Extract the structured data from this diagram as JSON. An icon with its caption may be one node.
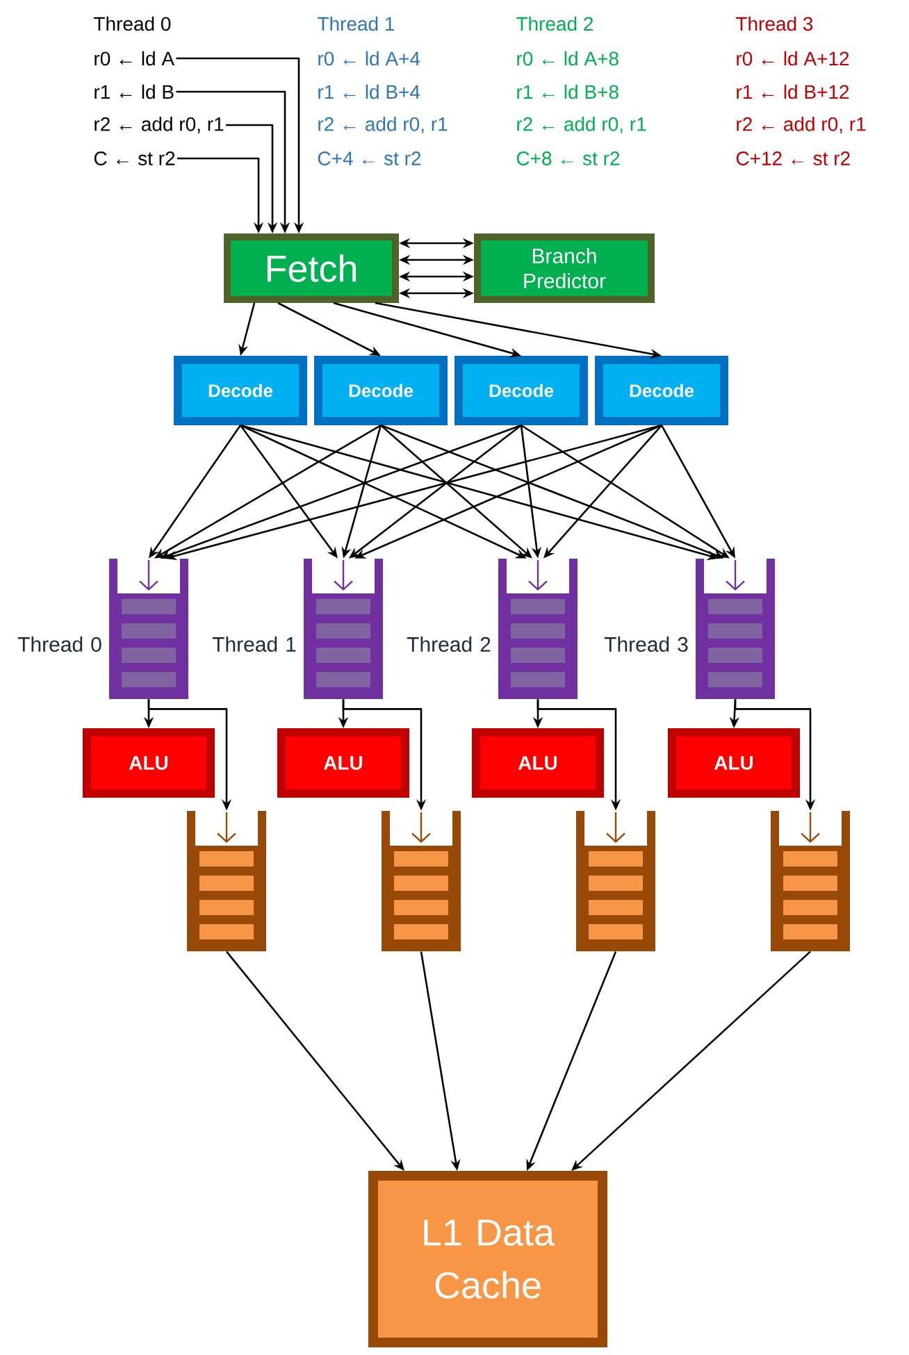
{
  "diagram": {
    "nodes": [
      {
        "text": [
          "r0 ← ld A"
        ]
      },
      {
        "text": [
          "r1 ← ld B"
        ]
      },
      {
        "text": [
          "r2 ← add r0, r1"
        ]
      },
      {
        "text": [
          "C ← st r2"
        ]
      },
      {
        "text": [
          "Fetch"
        ]
      },
      {
        "text": [
          "Branch Predictor"
        ]
      },
      {
        "text": [
          "Decode"
        ]
      },
      {
        "text": [
          "Decode"
        ]
      },
      {
        "text": [
          "Decode"
        ]
      },
      {
        "text": [
          "Decode"
        ]
      },
      {
        "text": [],
        "shape": "queue",
        "beside": [
          "Thread 0"
        ]
      },
      {
        "text": [],
        "shape": "queue",
        "beside": [
          "Thread 1"
        ]
      },
      {
        "text": [],
        "shape": "queue",
        "beside": [
          "Thread 2"
        ]
      },
      {
        "text": [],
        "shape": "queue",
        "beside": [
          "Thread 3"
        ]
      },
      {
        "text": [
          "ALU"
        ]
      },
      {
        "text": [
          "ALU"
        ]
      },
      {
        "text": [
          "ALU"
        ]
      },
      {
        "text": [
          "ALU"
        ]
      },
      {
        "text": [],
        "shape": "queue"
      },
      {
        "text": [],
        "shape": "queue"
      },
      {
        "text": [],
        "shape": "queue"
      },
      {
        "text": [],
        "shape": "queue"
      },
      {
        "text": [
          "L1 Data Cache"
        ]
      }
    ],
    "edges": [
      {
        "from": 0,
        "to": 4,
        "arrow": "to"
      },
      {
        "from": 1,
        "to": 4,
        "arrow": "to"
      },
      {
        "from": 2,
        "to": 4,
        "arrow": "to"
      },
      {
        "from": 3,
        "to": 4,
        "arrow": "to"
      },
      {
        "from": 4,
        "to": 5,
        "arrow": "both"
      },
      {
        "from": 4,
        "to": 5,
        "arrow": "both"
      },
      {
        "from": 4,
        "to": 5,
        "arrow": "both"
      },
      {
        "from": 4,
        "to": 5,
        "arrow": "both"
      },
      {
        "from": 4,
        "to": 6,
        "arrow": "to"
      },
      {
        "from": 4,
        "to": 7,
        "arrow": "to"
      },
      {
        "from": 4,
        "to": 8,
        "arrow": "to"
      },
      {
        "from": 4,
        "to": 9,
        "arrow": "to"
      },
      {
        "from": 6,
        "to": 10,
        "arrow": "to"
      },
      {
        "from": 6,
        "to": 11,
        "arrow": "to"
      },
      {
        "from": 6,
        "to": 12,
        "arrow": "to"
      },
      {
        "from": 6,
        "to": 13,
        "arrow": "to"
      },
      {
        "from": 7,
        "to": 10,
        "arrow": "to"
      },
      {
        "from": 7,
        "to": 11,
        "arrow": "to"
      },
      {
        "from": 7,
        "to": 12,
        "arrow": "to"
      },
      {
        "from": 7,
        "to": 13,
        "arrow": "to"
      },
      {
        "from": 8,
        "to": 10,
        "arrow": "to"
      },
      {
        "from": 8,
        "to": 11,
        "arrow": "to"
      },
      {
        "from": 8,
        "to": 12,
        "arrow": "to"
      },
      {
        "from": 8,
        "to": 13,
        "arrow": "to"
      },
      {
        "from": 9,
        "to": 10,
        "arrow": "to"
      },
      {
        "from": 9,
        "to": 11,
        "arrow": "to"
      },
      {
        "from": 9,
        "to": 12,
        "arrow": "to"
      },
      {
        "from": 9,
        "to": 13,
        "arrow": "to"
      },
      {
        "from": 10,
        "to": 14,
        "arrow": "to"
      },
      {
        "from": 10,
        "to": 18,
        "arrow": "to"
      },
      {
        "from": 11,
        "to": 15,
        "arrow": "to"
      },
      {
        "from": 11,
        "to": 19,
        "arrow": "to"
      },
      {
        "from": 12,
        "to": 16,
        "arrow": "to"
      },
      {
        "from": 12,
        "to": 20,
        "arrow": "to"
      },
      {
        "from": 13,
        "to": 17,
        "arrow": "to"
      },
      {
        "from": 13,
        "to": 21,
        "arrow": "to"
      },
      {
        "from": 18,
        "to": 22,
        "arrow": "to"
      },
      {
        "from": 19,
        "to": 22,
        "arrow": "to"
      },
      {
        "from": 20,
        "to": 22,
        "arrow": "to"
      },
      {
        "from": 21,
        "to": 22,
        "arrow": "to"
      }
    ],
    "labels": [
      "Thread 0",
      "Thread 1",
      "Thread 2",
      "Thread 3",
      "r0 ← ld A+4",
      "r0 ← ld A+8",
      "r0 ← ld A+12",
      "r1 ← ld B+4",
      "r1 ← ld B+8",
      "r1 ← ld B+12",
      "r2 ← add r0, r1",
      "r2 ← add r0, r1",
      "r2 ← add r0, r1",
      "C+4 ← st r2",
      "C+8 ← st r2",
      "C+12 ← st r2"
    ]
  }
}
